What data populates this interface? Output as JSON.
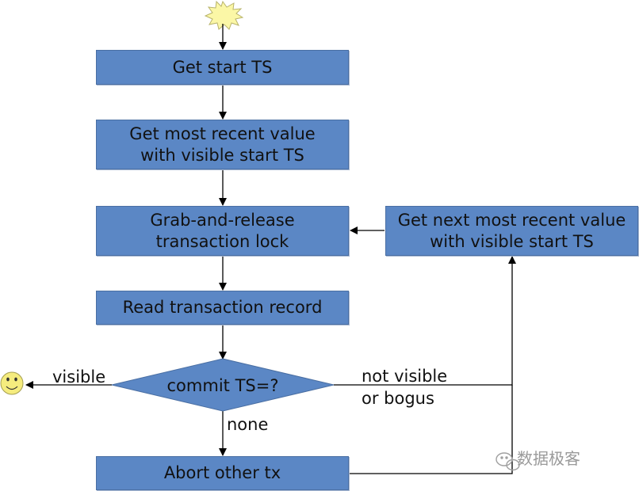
{
  "colors": {
    "box_fill": "#5b87c5",
    "box_border": "#4a6fa3",
    "line": "#000000",
    "start_burst": "#fbf7a6",
    "smiley": "#f5ec7e"
  },
  "icons": {
    "start": "start-burst-icon",
    "end": "smiley-face-icon",
    "watermark": "wechat-logo-icon"
  },
  "nodes": {
    "get_start_ts": "Get start TS",
    "get_recent_value": "Get most recent value\nwith visible start TS",
    "grab_release_lock": "Grab-and-release\ntransaction lock",
    "get_next_value": "Get next most recent value\nwith visible start TS",
    "read_record": "Read transaction record",
    "decision": "commit TS=?",
    "abort": "Abort other tx"
  },
  "edge_labels": {
    "visible": "visible",
    "not_visible": "not visible\nor bogus",
    "none": "none"
  },
  "watermark": "数据极客"
}
